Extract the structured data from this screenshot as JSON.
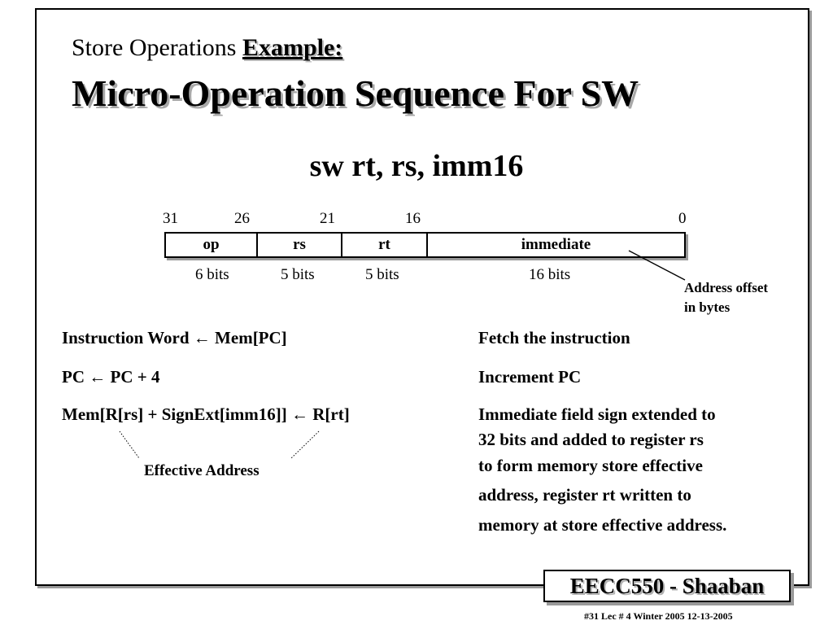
{
  "slide": {
    "subtitle_plain": "Store Operations ",
    "subtitle_emph": "Example:",
    "title": "Micro-Operation Sequence For  SW",
    "instruction": "sw rt, rs, imm16"
  },
  "format": {
    "bit_numbers": [
      "31",
      "26",
      "21",
      "16",
      "0"
    ],
    "fields": [
      {
        "name": "op",
        "bits": "6 bits"
      },
      {
        "name": "rs",
        "bits": "5 bits"
      },
      {
        "name": "rt",
        "bits": "5 bits"
      },
      {
        "name": "immediate",
        "bits": "16 bits"
      }
    ],
    "note_line1": "Address offset",
    "note_line2": "in bytes"
  },
  "steps": [
    {
      "op": "Instruction Word  ←    Mem[PC]",
      "desc": "Fetch the instruction"
    },
    {
      "op": "PC  ←  PC + 4",
      "desc": "Increment PC"
    },
    {
      "op": "Mem[R[rs] + SignExt[imm16]]  ←  R[rt]",
      "desc_lines": [
        "Immediate field sign extended to",
        "32 bits and added to register  rs",
        "to form memory store effective",
        "address, register  rt  written to",
        "memory at store effective address."
      ]
    }
  ],
  "effective_address": "Effective Address",
  "branding": "EECC550 - Shaaban",
  "footer": "#31   Lec # 4   Winter 2005   12-13-2005"
}
